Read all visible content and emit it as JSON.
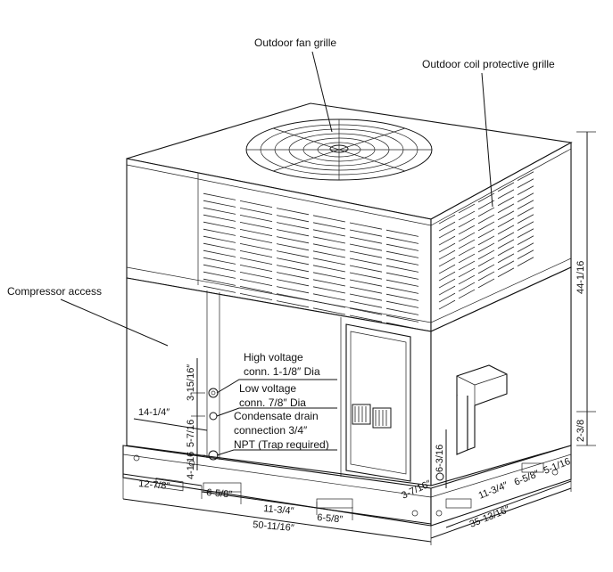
{
  "labels": {
    "fan_grille": "Outdoor fan grille",
    "coil_grille": "Outdoor coil protective grille",
    "compressor_access": "Compressor access",
    "hv_line1": "High voltage",
    "hv_line2": "conn. 1-1/8″ Dia",
    "lv_line1": "Low voltage",
    "lv_line2": "conn. 7/8″ Dia",
    "cd_line1": "Condensate drain",
    "cd_line2": "connection 3/4″",
    "cd_line3": "NPT (Trap required)"
  },
  "dimensions": {
    "height_total": "44-1/16",
    "right_base": "2-3/8",
    "left_vert_top": "3-15/16″",
    "left_vert_mid": "5-7/16",
    "left_vert_bottom": "4-1/16",
    "left_side": "14-1/4″",
    "left_base": "12-7/8″",
    "front_a": "6-5/8″",
    "front_b": "11-3/4″",
    "front_c": "6-5/8″",
    "front_total": "50-11/16″",
    "front_small": "3-7/16″",
    "side_vert": "6-3/16",
    "side_a": "11-3/4″",
    "side_b": "6-5/8″",
    "side_c": "5-1/16",
    "side_total": "35-13/16″"
  }
}
